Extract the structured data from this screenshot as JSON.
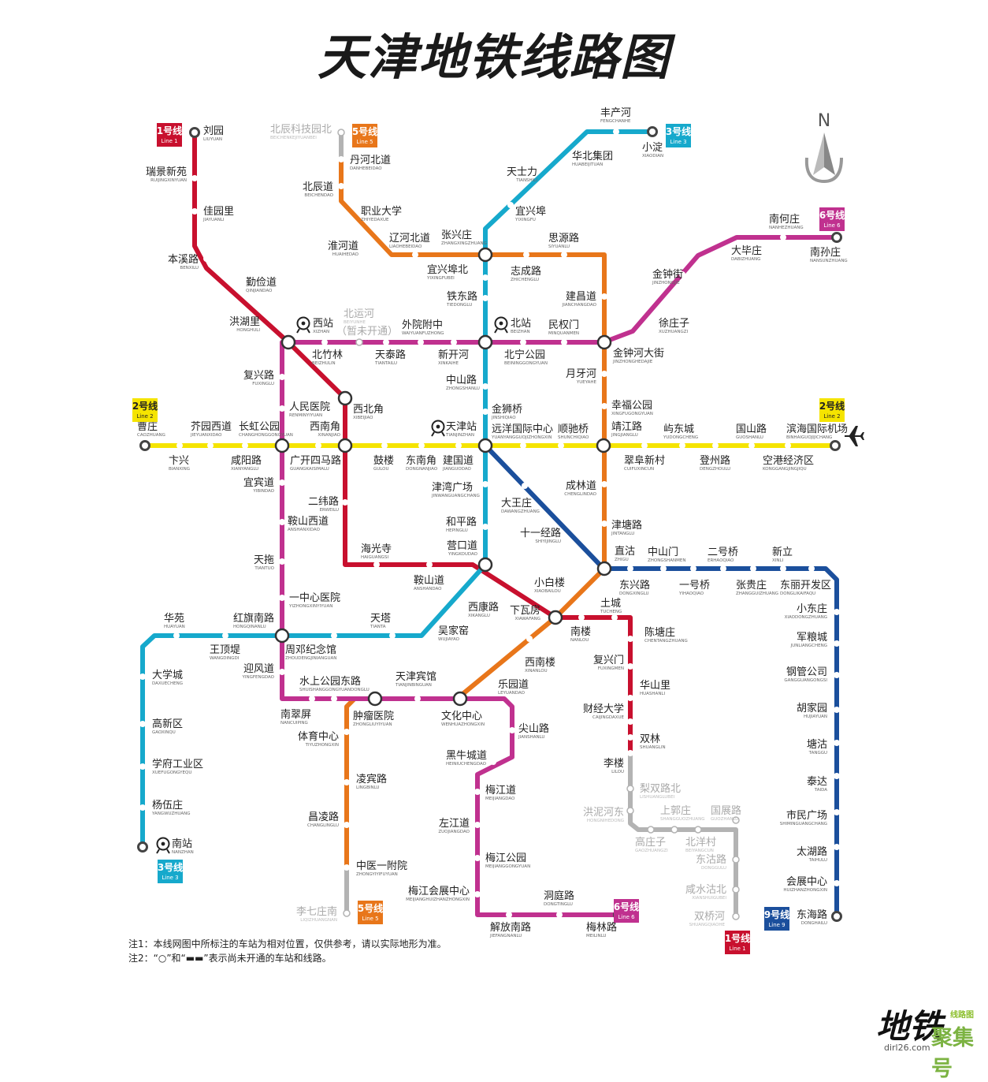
{
  "title": "天津地铁线路图",
  "compass": "N",
  "notes": [
    "注1：本线网图中所标注的车站为相对位置，仅供参考，请以实际地形为准。",
    "注2：“○”和“▬▬”表示尚未开通的车站和线路。"
  ],
  "watermark": {
    "main": "地铁",
    "sub": "线路图",
    "brand": "聚集号",
    "url": "dirl26.com"
  },
  "colors": {
    "line1": "#c8102e",
    "line2": "#f5e400",
    "line3": "#16a9cc",
    "line5": "#e8761a",
    "line6": "#c0318f",
    "line9": "#1b4f9c",
    "planned": "#b3b3b3"
  },
  "lines": [
    {
      "id": "l1",
      "number": "1号线",
      "en": "Line 1",
      "color": "#c8102e"
    },
    {
      "id": "l2",
      "number": "2号线",
      "en": "Line 2",
      "color": "#f5e400"
    },
    {
      "id": "l3",
      "number": "3号线",
      "en": "Line 3",
      "color": "#16a9cc"
    },
    {
      "id": "l5",
      "number": "5号线",
      "en": "Line 5",
      "color": "#e8761a"
    },
    {
      "id": "l6",
      "number": "6号线",
      "en": "Line 6",
      "color": "#c0318f"
    },
    {
      "id": "l9",
      "number": "9号线",
      "en": "Line 9",
      "color": "#1b4f9c"
    }
  ],
  "stations": [
    {
      "n": "刘园",
      "p": "LIUYUAN"
    },
    {
      "n": "瑞景新苑",
      "p": "RUIJINGXINYUAN"
    },
    {
      "n": "佳园里",
      "p": "JIAYUANLI"
    },
    {
      "n": "本溪路",
      "p": "BENXILU"
    },
    {
      "n": "勤俭道",
      "p": "QINJIANDAO"
    },
    {
      "n": "洪湖里",
      "p": "HONGHULI"
    },
    {
      "n": "西站",
      "p": "XIZHAN"
    },
    {
      "n": "西北角",
      "p": "XIBEIJIAO"
    },
    {
      "n": "西南角",
      "p": "XINANJIAO"
    },
    {
      "n": "二纬路",
      "p": "ERWEILU"
    },
    {
      "n": "海光寺",
      "p": "HAIGUANGSI"
    },
    {
      "n": "鞍山道",
      "p": "ANSHANDAO"
    },
    {
      "n": "营口道",
      "p": "YINGKOUDAO"
    },
    {
      "n": "小白楼",
      "p": "XIAOBAILOU"
    },
    {
      "n": "下瓦房",
      "p": "XIAWAFANG"
    },
    {
      "n": "南楼",
      "p": "NANLOU"
    },
    {
      "n": "土城",
      "p": "TUCHENG"
    },
    {
      "n": "陈塘庄",
      "p": "CHENTANGZHUANG"
    },
    {
      "n": "复兴门",
      "p": "FUXINGMEN"
    },
    {
      "n": "华山里",
      "p": "HUASHANLI"
    },
    {
      "n": "财经大学",
      "p": "CAIJINGDAXUE"
    },
    {
      "n": "双林",
      "p": "SHUANGLIN"
    },
    {
      "n": "李楼",
      "p": "LILOU"
    },
    {
      "n": "梨双路北",
      "p": "LISHUANGLUBEI",
      "g": 1
    },
    {
      "n": "洪泥河东",
      "p": "HONGNIHEDONG",
      "g": 1
    },
    {
      "n": "高庄子",
      "p": "GAOZHUANGZI",
      "g": 1
    },
    {
      "n": "上郭庄",
      "p": "SHANGGUOZHUANG",
      "g": 1
    },
    {
      "n": "北洋村",
      "p": "BEIYANGCUN",
      "g": 1
    },
    {
      "n": "国展路",
      "p": "GUOZHANLU",
      "g": 1
    },
    {
      "n": "东沽路",
      "p": "DONGGULU",
      "g": 1
    },
    {
      "n": "咸水沽北",
      "p": "XIANSHUIGUBEI",
      "g": 1
    },
    {
      "n": "双桥河",
      "p": "SHUANGQIAOHE",
      "g": 1
    },
    {
      "n": "曹庄",
      "p": "CAOZHUANG"
    },
    {
      "n": "卞兴",
      "p": "BIANXING"
    },
    {
      "n": "芥园西道",
      "p": "JIEYUANXIDAO"
    },
    {
      "n": "咸阳路",
      "p": "XIANYANGLU"
    },
    {
      "n": "长虹公园",
      "p": "CHANGHONGGONGYUAN"
    },
    {
      "n": "广开四马路",
      "p": "GUANGKAISIMALU"
    },
    {
      "n": "鼓楼",
      "p": "GULOU"
    },
    {
      "n": "东南角",
      "p": "DONGNANJIAO"
    },
    {
      "n": "建国道",
      "p": "JIANGUODAO"
    },
    {
      "n": "天津站",
      "p": "TIANJINZHAN"
    },
    {
      "n": "远洋国际中心",
      "p": "YUANYANGGUOJIZHONGXIN"
    },
    {
      "n": "顺驰桥",
      "p": "SHUNCHIQIAO"
    },
    {
      "n": "靖江路",
      "p": "JINGJIANGLU"
    },
    {
      "n": "翠阜新村",
      "p": "CUIFUXINCUN"
    },
    {
      "n": "屿东城",
      "p": "YUDONGCHENG"
    },
    {
      "n": "登州路",
      "p": "DENGZHOULU"
    },
    {
      "n": "国山路",
      "p": "GUOSHANLU"
    },
    {
      "n": "空港经济区",
      "p": "KONGGANGJINGJIQU"
    },
    {
      "n": "滨海国际机场",
      "p": "BINHAIGUOJIJICHANG"
    },
    {
      "n": "小淀",
      "p": "XIAODIAN"
    },
    {
      "n": "丰产河",
      "p": "FENGCHANHE"
    },
    {
      "n": "华北集团",
      "p": "HUABEIJITUAN"
    },
    {
      "n": "天士力",
      "p": "TIANSHILI"
    },
    {
      "n": "宜兴埠",
      "p": "YIXINGFU"
    },
    {
      "n": "张兴庄",
      "p": "ZHANGXINGZHUANG"
    },
    {
      "n": "宜兴埠北",
      "p": "YIXINGFUBEI"
    },
    {
      "n": "铁东路",
      "p": "TIEDONGLU"
    },
    {
      "n": "北站",
      "p": "BEIZHAN"
    },
    {
      "n": "中山路",
      "p": "ZHONGSHANLU"
    },
    {
      "n": "金狮桥",
      "p": "JINSHIQIAO"
    },
    {
      "n": "津湾广场",
      "p": "JINWANGUANGCHANG"
    },
    {
      "n": "和平路",
      "p": "HEPINGLU"
    },
    {
      "n": "西康路",
      "p": "XIKANGLU"
    },
    {
      "n": "吴家窑",
      "p": "WUJIAYAO"
    },
    {
      "n": "天塔",
      "p": "TIANTA"
    },
    {
      "n": "周邓纪念馆",
      "p": "ZHOUDENGJINIANGUAN"
    },
    {
      "n": "红旗南路",
      "p": "HONGQINANLU"
    },
    {
      "n": "王顶堤",
      "p": "WANGDINGDI"
    },
    {
      "n": "华苑",
      "p": "HUAYUAN"
    },
    {
      "n": "大学城",
      "p": "DAXUECHENG"
    },
    {
      "n": "高新区",
      "p": "GAOXINQU"
    },
    {
      "n": "学府工业区",
      "p": "XUEFUGONGYEQU"
    },
    {
      "n": "杨伍庄",
      "p": "YANGWUZHUANG"
    },
    {
      "n": "南站",
      "p": "NANZHAN"
    },
    {
      "n": "北辰科技园北",
      "p": "BEICHENKEJIYUANBEI",
      "g": 1
    },
    {
      "n": "丹河北道",
      "p": "DANHEBEIDAO"
    },
    {
      "n": "北辰道",
      "p": "BEICHENDAO"
    },
    {
      "n": "职业大学",
      "p": "ZHIYEDAXUE"
    },
    {
      "n": "淮河道",
      "p": "HUAIHEDAO"
    },
    {
      "n": "辽河北道",
      "p": "LIAOHEBEIDAO"
    },
    {
      "n": "志成路",
      "p": "ZHICHENGLU"
    },
    {
      "n": "思源路",
      "p": "SIYUANLU"
    },
    {
      "n": "建昌道",
      "p": "JIANCHANGDAO"
    },
    {
      "n": "金钟河大街",
      "p": "JINZHONGHEDAJIE"
    },
    {
      "n": "月牙河",
      "p": "YUEYAHE"
    },
    {
      "n": "幸福公园",
      "p": "XINGFUGONGYUAN"
    },
    {
      "n": "成林道",
      "p": "CHENGLINDAO"
    },
    {
      "n": "津塘路",
      "p": "JINTANGLU"
    },
    {
      "n": "直沽",
      "p": "ZHIGU"
    },
    {
      "n": "西南楼",
      "p": "XINANLOU"
    },
    {
      "n": "文化中心",
      "p": "WENHUAZHONGXIN"
    },
    {
      "n": "天津宾馆",
      "p": "TIANJINBINGUAN"
    },
    {
      "n": "肿瘤医院",
      "p": "ZHONGLIUYIYUAN"
    },
    {
      "n": "体育中心",
      "p": "TIYUZHONGXIN"
    },
    {
      "n": "凌宾路",
      "p": "LINGBINLU"
    },
    {
      "n": "昌凌路",
      "p": "CHANGLINGLU"
    },
    {
      "n": "中医一附院",
      "p": "ZHONGYIYIFUYUAN"
    },
    {
      "n": "李七庄南",
      "p": "LIQIZHUANGNAN",
      "g": 1
    },
    {
      "n": "南孙庄",
      "p": "NANSUNZHUANG"
    },
    {
      "n": "南何庄",
      "p": "NANHEZHUANG"
    },
    {
      "n": "大毕庄",
      "p": "DABIZHUANG"
    },
    {
      "n": "金钟街",
      "p": "JINZHONGJIE"
    },
    {
      "n": "徐庄子",
      "p": "XUZHUANGZI"
    },
    {
      "n": "民权门",
      "p": "MINQUANMEN"
    },
    {
      "n": "北宁公园",
      "p": "BEININGGONGYUAN"
    },
    {
      "n": "新开河",
      "p": "XINKAIHE"
    },
    {
      "n": "外院附中",
      "p": "WAIYUANFUZHONG"
    },
    {
      "n": "天泰路",
      "p": "TIANTAILU"
    },
    {
      "n": "北运河",
      "p": "BEIYUNHE",
      "g": 1
    },
    {
      "n": "（暂未开通）",
      "p": "",
      "g": 1
    },
    {
      "n": "北竹林",
      "p": "BEIZHULIN"
    },
    {
      "n": "复兴路",
      "p": "FUXINGLU"
    },
    {
      "n": "人民医院",
      "p": "RENMINYIYUAN"
    },
    {
      "n": "宜宾道",
      "p": "YIBINDAO"
    },
    {
      "n": "鞍山西道",
      "p": "ANSHANXIDAO"
    },
    {
      "n": "天拖",
      "p": "TIANTUO"
    },
    {
      "n": "一中心医院",
      "p": "YIZHONGXINYIYUAN"
    },
    {
      "n": "迎风道",
      "p": "YINGFENGDAO"
    },
    {
      "n": "南翠屏",
      "p": "NANCUIPING"
    },
    {
      "n": "水上公园东路",
      "p": "SHUISHANGGONGYUANDONGLU"
    },
    {
      "n": "乐园道",
      "p": "LEYUANDAO"
    },
    {
      "n": "尖山路",
      "p": "JIANSHANLU"
    },
    {
      "n": "黑牛城道",
      "p": "HEINIUCHENGDAO"
    },
    {
      "n": "梅江道",
      "p": "MEIJIANGDAO"
    },
    {
      "n": "左江道",
      "p": "ZUOJIANGDAO"
    },
    {
      "n": "梅江公园",
      "p": "MEIJIANGGONGYUAN"
    },
    {
      "n": "梅江会展中心",
      "p": "MEIJIANGHUIZHANZHONGXIN"
    },
    {
      "n": "解放南路",
      "p": "JIEFANGNANLU"
    },
    {
      "n": "洞庭路",
      "p": "DONGTINGLU"
    },
    {
      "n": "梅林路",
      "p": "MEILINLU"
    },
    {
      "n": "十一经路",
      "p": "SHIYIJINGLU"
    },
    {
      "n": "大王庄",
      "p": "DAWANGZHUANG"
    },
    {
      "n": "东兴路",
      "p": "DONGXINGLU"
    },
    {
      "n": "中山门",
      "p": "ZHONGSHANMEN"
    },
    {
      "n": "一号桥",
      "p": "YIHAOQIAO"
    },
    {
      "n": "二号桥",
      "p": "ERHAOQIAO"
    },
    {
      "n": "张贵庄",
      "p": "ZHANGGUIZHUANG"
    },
    {
      "n": "新立",
      "p": "XINLI"
    },
    {
      "n": "东丽开发区",
      "p": "DONGLIKAIFAQU"
    },
    {
      "n": "小东庄",
      "p": "XIAODONGZHUANG"
    },
    {
      "n": "军粮城",
      "p": "JUNLIANGCHENG"
    },
    {
      "n": "钢管公司",
      "p": "GANGGUANGONGSI"
    },
    {
      "n": "胡家园",
      "p": "HUJIAYUAN"
    },
    {
      "n": "塘沽",
      "p": "TANGGU"
    },
    {
      "n": "泰达",
      "p": "TAIDA"
    },
    {
      "n": "市民广场",
      "p": "SHIMINGUANGCHANG"
    },
    {
      "n": "太湖路",
      "p": "TAIHULU"
    },
    {
      "n": "会展中心",
      "p": "HUIZHANZHONGXIN"
    },
    {
      "n": "东海路",
      "p": "DONGHAILU"
    }
  ]
}
